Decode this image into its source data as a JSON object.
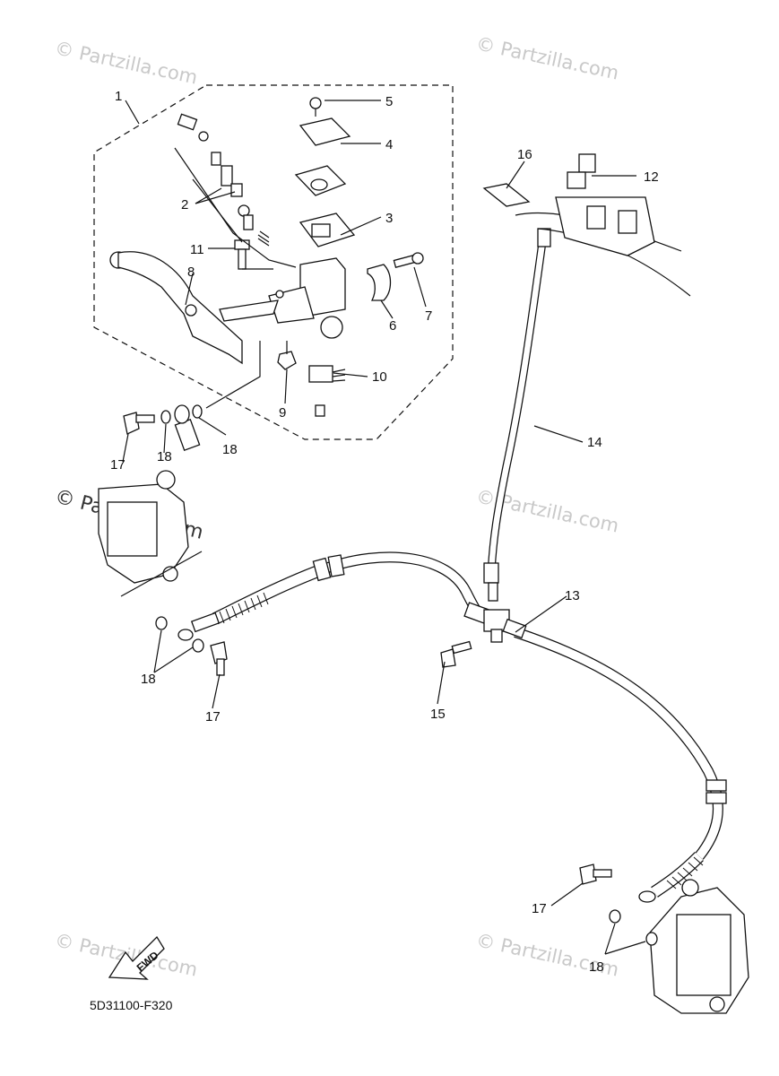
{
  "diagram": {
    "code": "5D31100-F320",
    "fwd_label": "FWD",
    "watermark_text": "© Partzilla.com",
    "callouts": {
      "c1": "1",
      "c2": "2",
      "c3": "3",
      "c4": "4",
      "c5": "5",
      "c6": "6",
      "c7": "7",
      "c8": "8",
      "c9": "9",
      "c10": "10",
      "c11": "11",
      "c12": "12",
      "c13": "13",
      "c14": "14",
      "c15": "15",
      "c16": "16",
      "c17a": "17",
      "c17b": "17",
      "c17c": "17",
      "c18a": "18",
      "c18b": "18",
      "c18c": "18",
      "c18d": "18"
    }
  }
}
